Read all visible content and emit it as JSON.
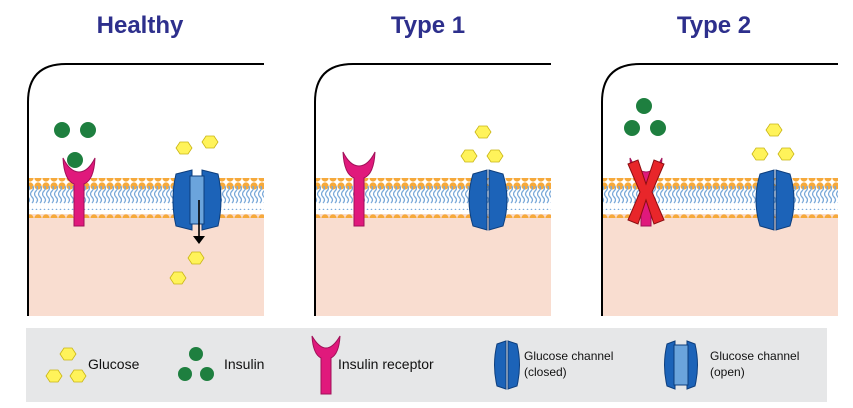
{
  "panels": [
    {
      "title": "Healthy"
    },
    {
      "title": "Type 1"
    },
    {
      "title": "Type 2"
    }
  ],
  "legend": {
    "glucose": "Glucose",
    "insulin": "Insulin",
    "insulin_receptor": "Insulin receptor",
    "channel_closed_line1": "Glucose channel",
    "channel_closed_line2": "(closed)",
    "channel_open_line1": "Glucose channel",
    "channel_open_line2": "(open)"
  },
  "colors": {
    "title": "#2d2f8c",
    "cytoplasm": "#f9ddd0",
    "lipid_head": "#f6a93b",
    "lipid_tail": "#7aa9d9",
    "receptor": "#e0197c",
    "insulin": "#1e7f3f",
    "glucose": "#fff35a",
    "channel": "#1c63b8",
    "channel_open_core": "#6ba4dc",
    "blocked_x": "#e8262a",
    "legend_bg": "#e6e7e8"
  },
  "icons": [
    "glucose-icon",
    "insulin-icon",
    "insulin-receptor-icon",
    "glucose-channel-closed-icon",
    "glucose-channel-open-icon",
    "arrow-down-icon",
    "block-x-icon"
  ]
}
